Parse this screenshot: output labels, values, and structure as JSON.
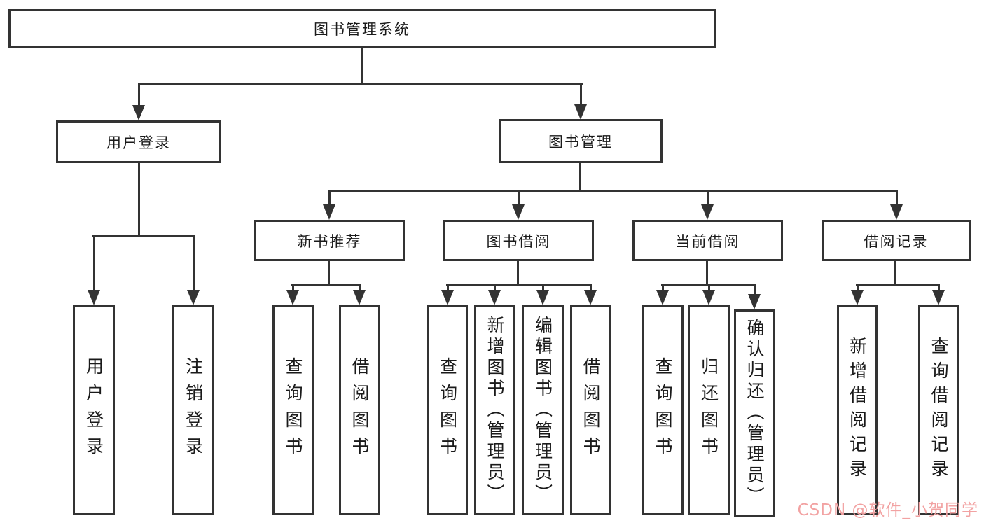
{
  "diagram": {
    "root": {
      "label": "图书管理系统"
    },
    "level2": {
      "user_login": "用户登录",
      "book_management": "图书管理"
    },
    "level3": {
      "new_book_recommendation": "新书推荐",
      "book_borrowing": "图书借阅",
      "current_borrowing": "当前借阅",
      "borrowing_records": "借阅记录"
    },
    "leaves": {
      "user_login": "用户登录",
      "logout": "注销登录",
      "rec_query_books": "查询图书",
      "rec_borrow_books": "借阅图书",
      "bor_query_books": "查询图书",
      "bor_add_books_admin": "新增图书（管理员）",
      "bor_edit_books_admin": "编辑图书（管理员）",
      "bor_borrow_books": "借阅图书",
      "cur_query_books": "查询图书",
      "cur_return_books": "归还图书",
      "cur_confirm_return_admin": "确认归还（管理员）",
      "recd_add_record": "新增借阅记录",
      "recd_query_record": "查询借阅记录"
    },
    "watermark": "CSDN @软件_小贺同学",
    "colors": {
      "line": "#333333",
      "text": "#1a1a1a",
      "watermark": "#f2a2a2",
      "background": "#ffffff"
    }
  }
}
